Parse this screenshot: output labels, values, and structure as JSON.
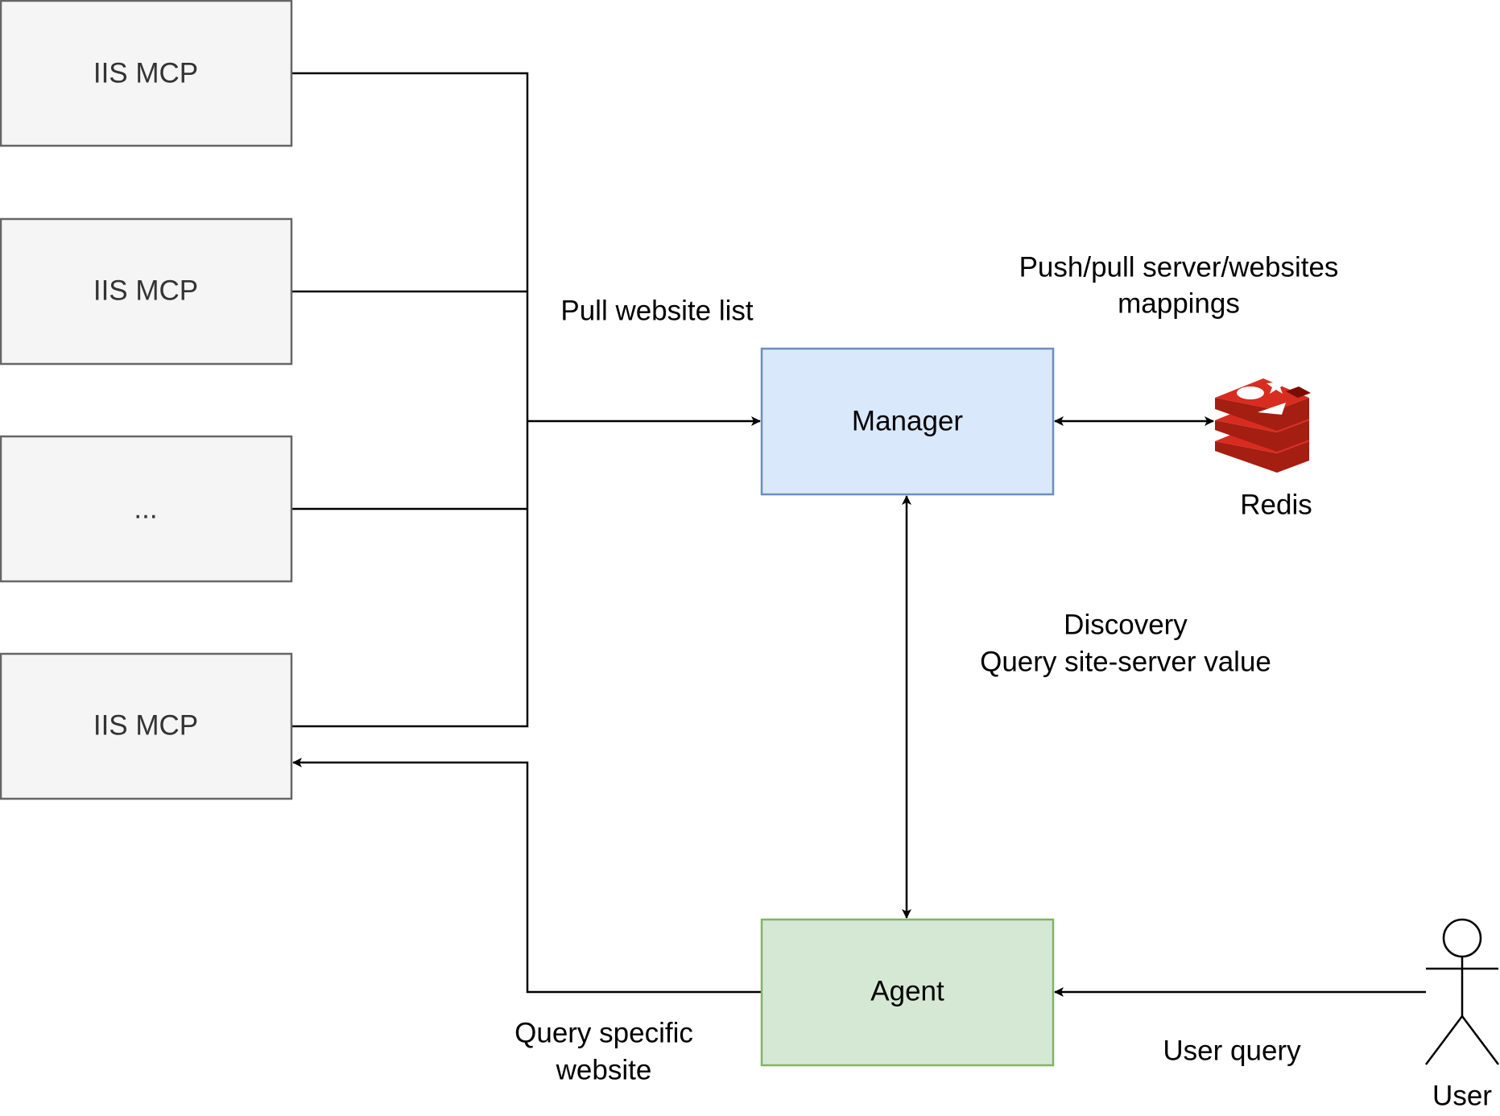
{
  "diagram": {
    "nodes": {
      "iis_1": {
        "label": "IIS MCP"
      },
      "iis_2": {
        "label": "IIS MCP"
      },
      "iis_3": {
        "label": "..."
      },
      "iis_4": {
        "label": "IIS MCP"
      },
      "manager": {
        "label": "Manager"
      },
      "agent": {
        "label": "Agent"
      },
      "redis": {
        "label": "Redis"
      },
      "user": {
        "label": "User"
      }
    },
    "edge_labels": {
      "pull_list": "Pull website list",
      "push_pull_line1": "Push/pull server/websites",
      "push_pull_line2": "mappings",
      "discovery_line1": "Discovery",
      "discovery_line2": "Query site-server value",
      "query_specific_line1": "Query specific",
      "query_specific_line2": "website",
      "user_query": "User query"
    },
    "edges": [
      {
        "from": "iis_1",
        "to": "manager",
        "label": "pull_list"
      },
      {
        "from": "iis_2",
        "to": "manager",
        "label": "pull_list"
      },
      {
        "from": "iis_3",
        "to": "manager",
        "label": "pull_list"
      },
      {
        "from": "iis_4",
        "to": "manager",
        "label": "pull_list"
      },
      {
        "from": "manager",
        "to": "redis",
        "bidirectional": true,
        "label": "push_pull"
      },
      {
        "from": "manager",
        "to": "agent",
        "bidirectional": true,
        "label": "discovery"
      },
      {
        "from": "agent",
        "to": "iis_4",
        "label": "query_specific"
      },
      {
        "from": "user",
        "to": "agent",
        "label": "user_query"
      }
    ]
  },
  "colors": {
    "iis_fill": "#f5f5f5",
    "iis_stroke": "#666666",
    "manager_fill": "#dae8fc",
    "manager_stroke": "#6c8ebf",
    "agent_fill": "#d5e8d4",
    "agent_stroke": "#82b366",
    "redis_red": "#c6302b",
    "redis_dark": "#a41e11",
    "edge": "#000000"
  },
  "icons": {
    "redis": "redis-logo-icon",
    "user": "user-actor-icon"
  }
}
